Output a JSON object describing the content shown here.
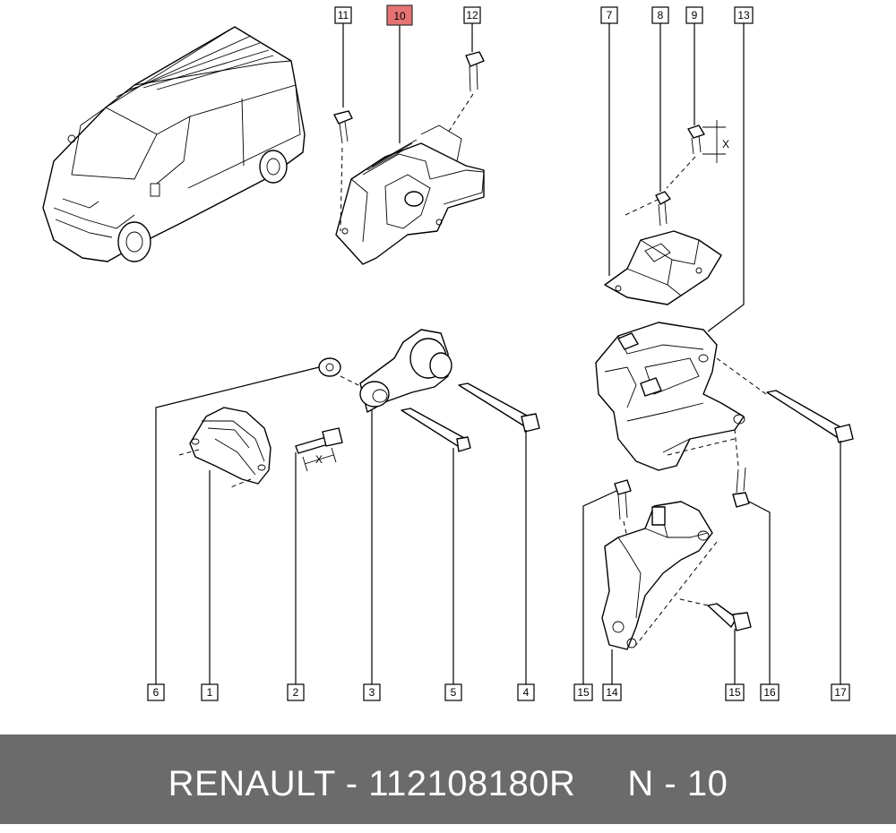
{
  "footer": {
    "text": "RENAULT - 112108180R     N - 10"
  },
  "labels": {
    "l1": "1",
    "l2": "2",
    "l3": "3",
    "l4": "4",
    "l5": "5",
    "l6": "6",
    "l7": "7",
    "l8": "8",
    "l9": "9",
    "l10": "10",
    "l11": "11",
    "l12": "12",
    "l13": "13",
    "l14": "14",
    "l15a": "15",
    "l15b": "15",
    "l16": "16",
    "l17": "17"
  },
  "dimension_marks": {
    "x1": "X",
    "x2": "X"
  },
  "colors": {
    "highlight": "#e57373",
    "footer_bg": "#6b6b6b",
    "footer_text": "#ffffff"
  }
}
